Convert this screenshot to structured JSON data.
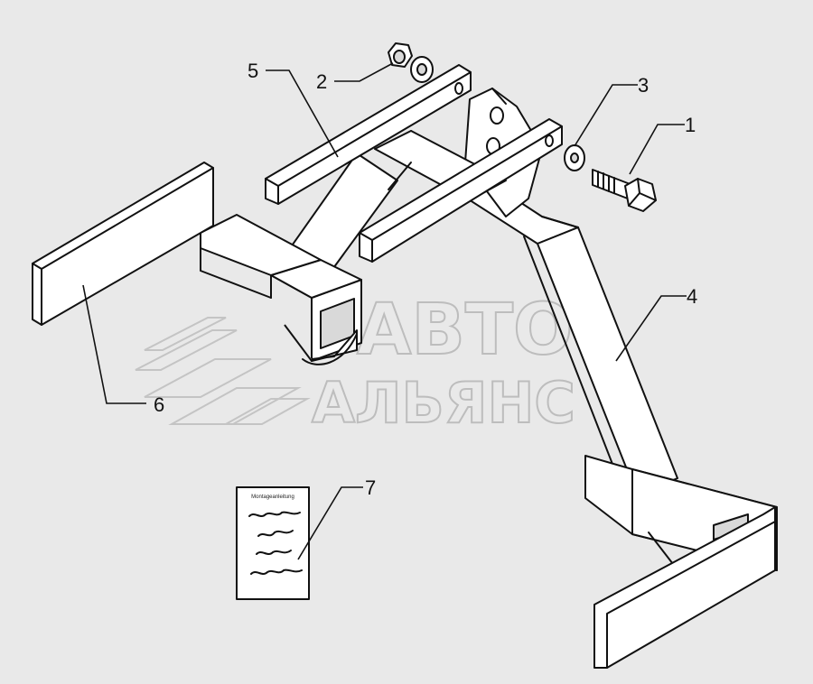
{
  "diagram": {
    "callouts": [
      {
        "id": "1",
        "label": "1"
      },
      {
        "id": "2",
        "label": "2"
      },
      {
        "id": "3",
        "label": "3"
      },
      {
        "id": "4",
        "label": "4"
      },
      {
        "id": "5",
        "label": "5"
      },
      {
        "id": "6",
        "label": "6"
      },
      {
        "id": "7",
        "label": "7"
      }
    ],
    "document_sheet": {
      "title": "Montageanleitung"
    },
    "watermark": {
      "line1": "АВТО",
      "line2": "АЛЬЯНС"
    }
  },
  "colors": {
    "background": "#e9e9e9",
    "ink": "#111111",
    "watermark": "#bdbdbd"
  }
}
